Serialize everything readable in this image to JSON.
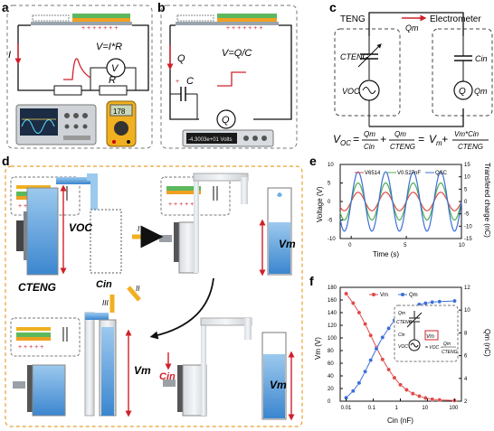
{
  "panel_letters": {
    "a": "a",
    "b": "b",
    "c": "c",
    "d": "d",
    "e": "e",
    "f": "f"
  },
  "panel_a": {
    "equation": "V=I*R",
    "current_label": "I",
    "resistor_label": "R",
    "meter_label": "V",
    "instrument_icons": [
      "oscilloscope-icon",
      "multimeter-icon"
    ],
    "multimeter_display": "178"
  },
  "panel_b": {
    "equation": "V=Q/C",
    "charge_label": "Q",
    "capacitor_label": "C",
    "meter_label": "Q",
    "instrument_display": "-4.3003e+01 Volts",
    "instrument_icons": [
      "electrometer-icon"
    ]
  },
  "panel_c": {
    "teng_label": "TENG",
    "electrometer_label": "Electrometer",
    "qm_label": "Qm",
    "cteng_label": "CTENG",
    "voc_label": "VOC",
    "cin_label": "Cin",
    "meter_qm_label": "Qm",
    "equation": {
      "lhs_main": "V",
      "lhs_sub": "OC",
      "eq": "=",
      "frac1_num": "Qm",
      "frac1_den": "Cin",
      "plus": "+",
      "frac2_num": "Qm",
      "frac2_den": "CTENG",
      "mid_main": "V",
      "mid_sub": "m",
      "frac3_num": "Vm*Cin",
      "frac3_den": "CTENG"
    }
  },
  "panel_d": {
    "voc_label": "VOC",
    "cteng_label": "CTENG",
    "cin_label": "Cin",
    "vm_label_1": "Vm",
    "vm_label_2": "Vm",
    "vm_label_3": "Vm",
    "cin_arrow_label": "Cin",
    "step_labels": [
      "I",
      "II",
      "III"
    ]
  },
  "chart_e": {
    "type": "line",
    "xlabel": "Time (s)",
    "ylabel_left": "Voltage (V)",
    "ylabel_right": "Transfered charge (nC)",
    "xlim": [
      -1,
      10
    ],
    "x_ticks": [
      "0",
      "5",
      "10"
    ],
    "ylim_left": [
      -10,
      10
    ],
    "y_ticks_left": [
      "-10",
      "-5",
      "0",
      "5",
      "10"
    ],
    "ylim_right": [
      -15,
      15
    ],
    "y_ticks_right": [
      "-15",
      "-10",
      "-5",
      "0",
      "5",
      "10",
      "15"
    ],
    "legend": [
      "V6514",
      "V0.527nF",
      "QSC"
    ],
    "colors": [
      "#e04848",
      "#4caf50",
      "#3b6fd8"
    ],
    "series": [
      {
        "name": "V6514",
        "amplitude": 2.5,
        "axis": "left"
      },
      {
        "name": "V0.527nF",
        "amplitude": 5,
        "axis": "left"
      },
      {
        "name": "QSC",
        "amplitude": 8,
        "axis": "left"
      }
    ],
    "period_s": 2.5
  },
  "chart_data": {
    "type": "scatter",
    "xlabel": "Cin (nF)",
    "ylabel_left": "Vm (V)",
    "ylabel_right": "Qm (nC)",
    "x_scale": "log",
    "x_ticks": [
      "0.01",
      "0.1",
      "1",
      "10",
      "100"
    ],
    "ylim_left": [
      0,
      180
    ],
    "y_ticks_left": [
      "0",
      "20",
      "40",
      "60",
      "80",
      "100",
      "120",
      "140",
      "160",
      "180"
    ],
    "ylim_right": [
      2,
      12
    ],
    "y_ticks_right": [
      "2",
      "4",
      "6",
      "8",
      "10",
      "12"
    ],
    "legend": [
      "Vm",
      "Qm"
    ],
    "colors": [
      "#e04848",
      "#3b6fd8"
    ],
    "x": [
      0.01,
      0.018,
      0.03,
      0.05,
      0.08,
      0.13,
      0.22,
      0.37,
      0.6,
      1.0,
      1.7,
      2.9,
      5,
      8.5,
      15,
      28,
      100
    ],
    "series": [
      {
        "name": "Vm",
        "values": [
          170,
          155,
          140,
          122,
          104,
          85,
          66,
          50,
          37,
          26,
          18,
          12,
          8,
          5,
          3,
          2,
          1
        ]
      },
      {
        "name": "Qm",
        "values": [
          2.3,
          2.9,
          3.6,
          4.6,
          5.6,
          6.6,
          7.6,
          8.4,
          9.1,
          9.6,
          10.0,
          10.3,
          10.5,
          10.6,
          10.7,
          10.75,
          10.8
        ]
      }
    ],
    "inset": {
      "qm": "Qm",
      "cteng": "CTENG",
      "voc": "VOC",
      "cin": "Cin",
      "vm": "Vm",
      "formula_prefix": "= VOC −",
      "formula_num": "Qm",
      "formula_den": "CTENG"
    }
  }
}
